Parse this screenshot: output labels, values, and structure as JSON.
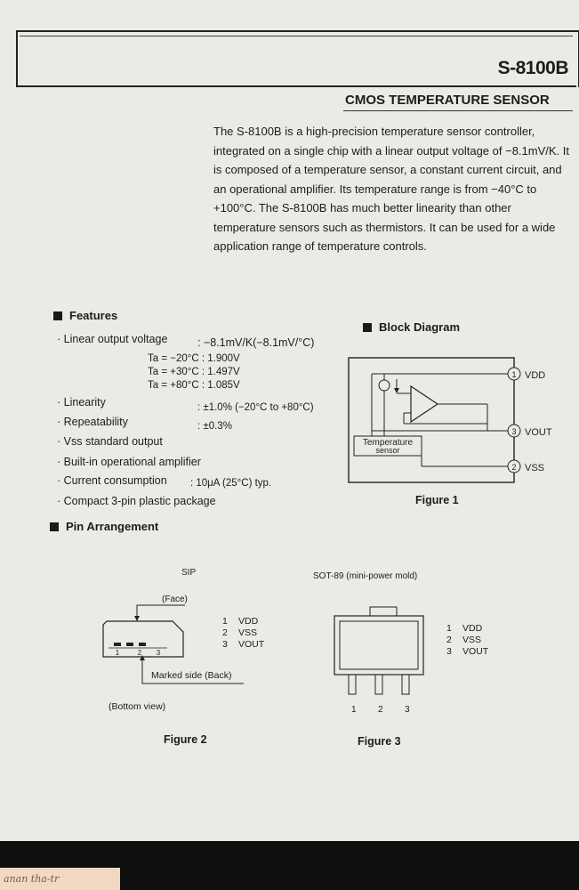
{
  "header": {
    "part_number": "S-8100B",
    "subtitle": "CMOS TEMPERATURE SENSOR"
  },
  "description": "The S-8100B is a high-precision temperature sensor controller, integrated on a single chip with a linear output voltage of −8.1mV/K. It is composed of a temperature sensor, a constant current circuit, and an operational amplifier. Its temperature range is from −40°C to +100°C. The S-8100B has much better linearity than other temperature sensors such as thermistors. It can be used for a wide application range of temperature controls.",
  "features": {
    "title": "Features",
    "linear_label": "· Linear output voltage",
    "linear_value": ": −8.1mV/K(−8.1mV/°C)",
    "ta1": "Ta = −20°C : 1.900V",
    "ta2": "Ta = +30°C : 1.497V",
    "ta3": "Ta = +80°C : 1.085V",
    "linearity_label": "· Linearity",
    "linearity_value": ": ±1.0% (−20°C to +80°C)",
    "repeat_label": "· Repeatability",
    "repeat_value": ": ±0.3%",
    "vss_label": "· Vss standard output",
    "opamp_label": "· Built-in operational amplifier",
    "current_label": "· Current consumption",
    "current_value": ": 10μA (25°C) typ.",
    "package_label": "· Compact 3-pin plastic package"
  },
  "block_diagram": {
    "title": "Block Diagram",
    "vdd": "VDD",
    "vout": "VOUT",
    "vss": "VSS",
    "pin1": "1",
    "pin2": "2",
    "pin3": "3",
    "sensor_line1": "Temperature",
    "sensor_line2": "sensor",
    "caption": "Figure 1"
  },
  "pin_arrangement": {
    "title": "Pin Arrangement",
    "sip": {
      "label": "SIP",
      "face": "(Face)",
      "marked": "Marked side (Back)",
      "view": "(Bottom view)",
      "caption": "Figure 2",
      "pins": [
        {
          "n": "1",
          "name": "VDD"
        },
        {
          "n": "2",
          "name": "VSS"
        },
        {
          "n": "3",
          "name": "VOUT"
        }
      ]
    },
    "sot": {
      "label": "SOT-89 (mini-power mold)",
      "caption": "Figure 3",
      "pins": [
        {
          "n": "1",
          "name": "VDD"
        },
        {
          "n": "2",
          "name": "VSS"
        },
        {
          "n": "3",
          "name": "VOUT"
        }
      ],
      "leg_numbers": [
        "1",
        "2",
        "3"
      ]
    }
  },
  "footer": {
    "handwriting": "anan tha-tr"
  }
}
